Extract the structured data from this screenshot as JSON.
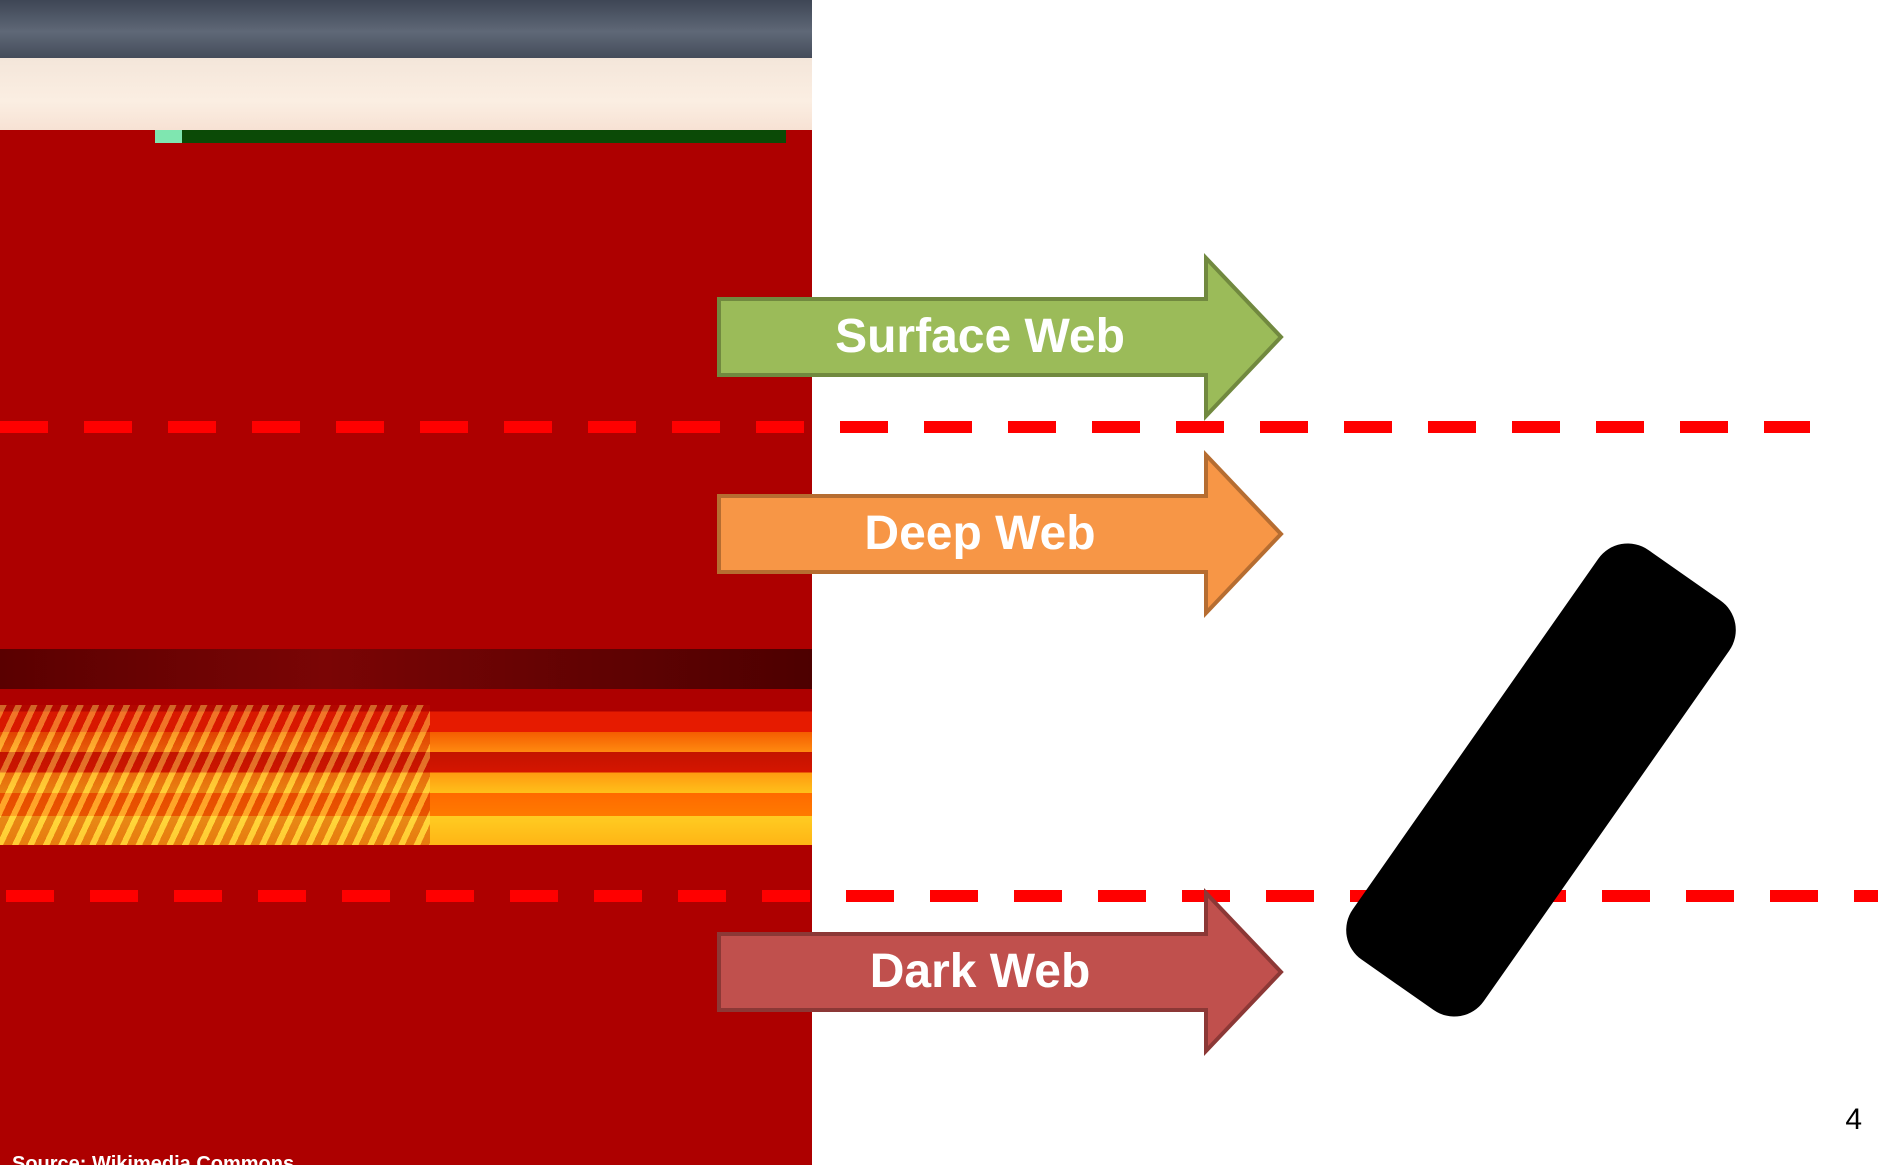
{
  "photo": {
    "credit": "Source: Wikimedia Commons"
  },
  "layers": [
    {
      "label": "Surface Web",
      "fill": "#9bbb59",
      "stroke": "#71893f"
    },
    {
      "label": "Deep Web",
      "fill": "#f79646",
      "stroke": "#b66d31"
    },
    {
      "label": "Dark Web",
      "fill": "#c0504d",
      "stroke": "#8c3836"
    }
  ],
  "divider_color": "#ff0000",
  "redaction_color": "#000000",
  "page_number": "4"
}
